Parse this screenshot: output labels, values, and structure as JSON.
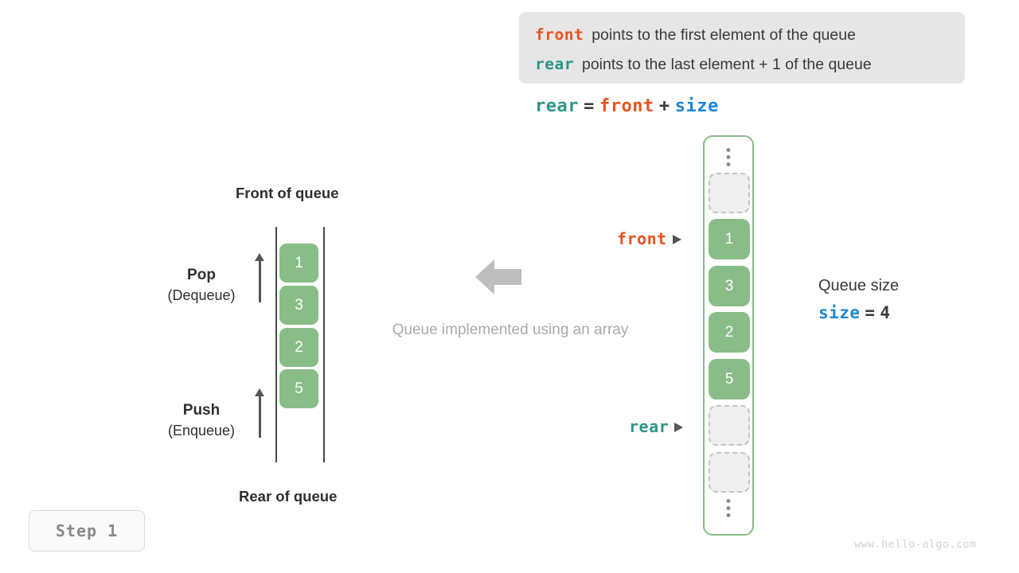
{
  "legend": {
    "lines": [
      {
        "keyword": "front",
        "keyword_color": "#ea5420",
        "description": "points to the first element of the queue"
      },
      {
        "keyword": "rear",
        "keyword_color": "#2e9488",
        "description": "points to the last element + 1 of the queue"
      }
    ],
    "background_color": "#e6e6e6"
  },
  "formula": {
    "lhs": "rear",
    "eq": "=",
    "rhs1": "front",
    "plus": "+",
    "rhs2": "size"
  },
  "left_queue": {
    "title_top": "Front of queue",
    "title_bottom": "Rear of queue",
    "cells": [
      "1",
      "3",
      "2",
      "5"
    ],
    "cell_color": "#88bd87",
    "operations": [
      {
        "name": "Pop",
        "alt": "(Dequeue)",
        "direction": "up"
      },
      {
        "name": "Push",
        "alt": "(Enqueue)",
        "direction": "up"
      }
    ]
  },
  "center": {
    "caption": "Queue implemented using an array",
    "arrow_direction": "left",
    "arrow_color": "#bebebe"
  },
  "array": {
    "border_color": "#88bd87",
    "slots": [
      {
        "type": "dots"
      },
      {
        "type": "empty",
        "value": ""
      },
      {
        "type": "filled",
        "value": "1"
      },
      {
        "type": "filled",
        "value": "3"
      },
      {
        "type": "filled",
        "value": "2"
      },
      {
        "type": "filled",
        "value": "5"
      },
      {
        "type": "empty",
        "value": ""
      },
      {
        "type": "empty",
        "value": ""
      },
      {
        "type": "dots"
      }
    ],
    "pointers": [
      {
        "label": "front",
        "color": "#ea5420",
        "target_index": 2
      },
      {
        "label": "rear",
        "color": "#2e9488",
        "target_index": 6
      }
    ]
  },
  "size_info": {
    "label": "Queue size",
    "var_name": "size",
    "eq": "=",
    "value": "4"
  },
  "step_badge": "Step 1",
  "watermark": "www.hello-algo.com",
  "colors": {
    "orange": "#ea5420",
    "teal": "#2e9488",
    "blue": "#1f87d8",
    "green": "#88bd87",
    "gray_text": "#3a3a3a"
  }
}
